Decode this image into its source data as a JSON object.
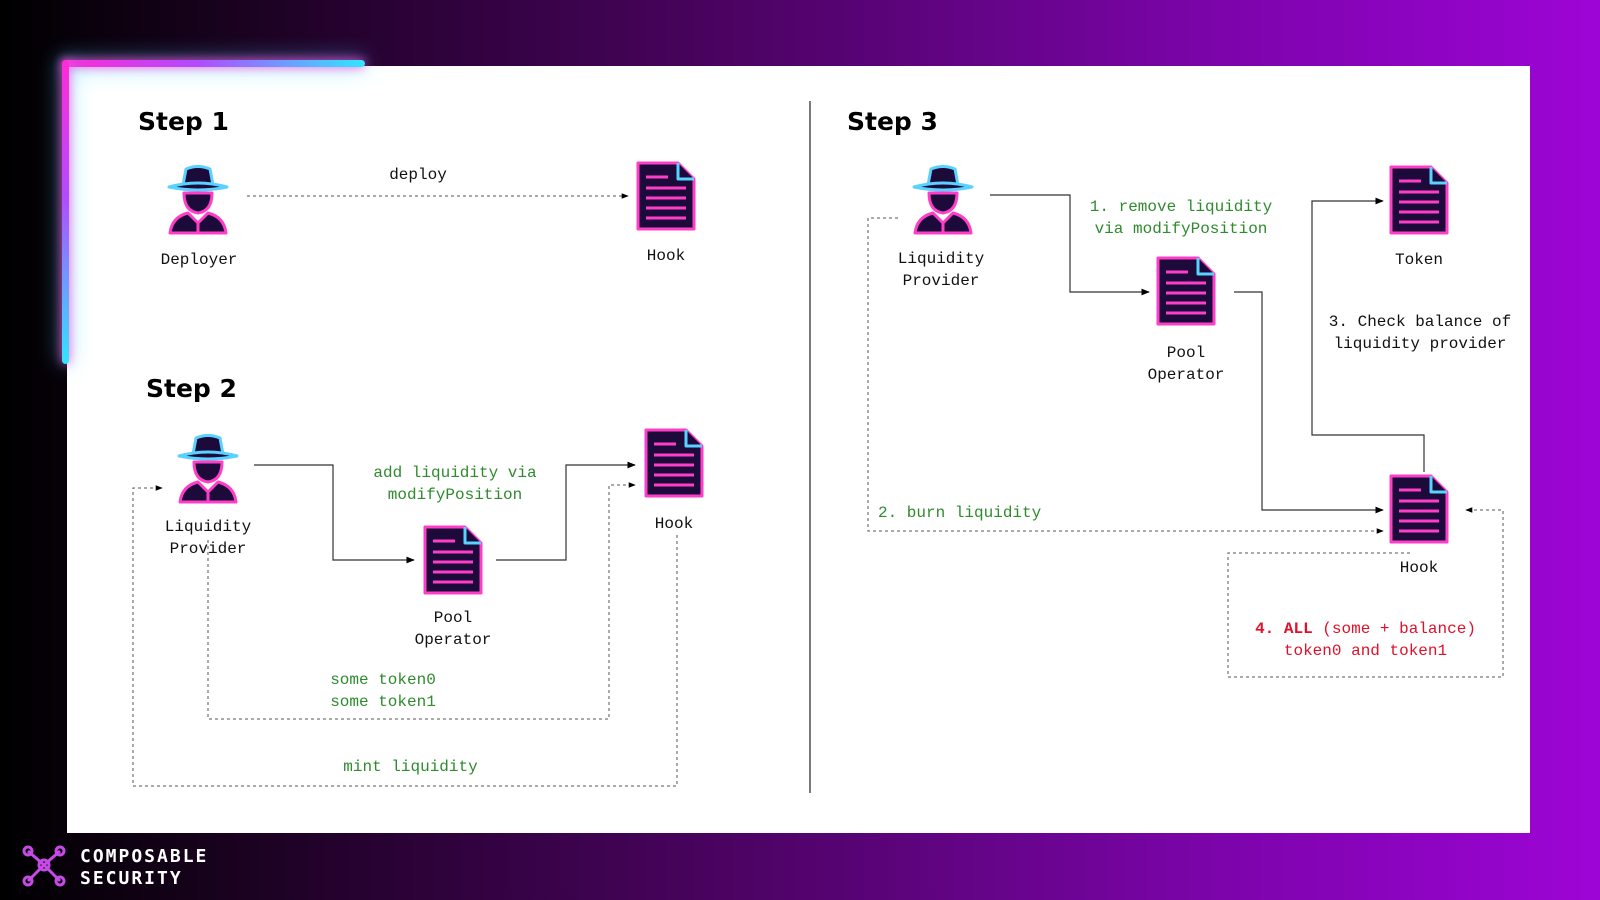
{
  "step1": {
    "title": "Step 1",
    "deployer": "Deployer",
    "hook": "Hook",
    "edge": "deploy"
  },
  "step2": {
    "title": "Step 2",
    "provider_line1": "Liquidity",
    "provider_line2": "Provider",
    "operator_line1": "Pool",
    "operator_line2": "Operator",
    "hook": "Hook",
    "add_line1": "add liquidity via",
    "add_line2": "modifyPosition",
    "tokens_line1": "some token0",
    "tokens_line2": "some token1",
    "mint": "mint liquidity"
  },
  "step3": {
    "title": "Step 3",
    "provider_line1": "Liquidity",
    "provider_line2": "Provider",
    "operator_line1": "Pool",
    "operator_line2": "Operator",
    "token": "Token",
    "hook": "Hook",
    "remove_line1": "1. remove liquidity",
    "remove_line2": "via modifyPosition",
    "burn": "2. burn liquidity",
    "check_line1": "3. Check balance of",
    "check_line2": "liquidity provider",
    "all_num": "4.",
    "all_bold": "ALL",
    "all_rest": "(some + balance)",
    "all_line2": "token0 and token1"
  },
  "brand": {
    "line1": "COMPOSABLE",
    "line2": "SECURITY"
  },
  "icons": {
    "person": "hacker-person-icon",
    "document": "contract-document-icon"
  },
  "colors": {
    "neon_pink": "#ff2bd6",
    "neon_cyan": "#30e6ff",
    "icon_fill": "#1b0a3a",
    "icon_pink": "#ff3ec8",
    "icon_blue": "#5ad2ff",
    "label_green": "#2e8b2e",
    "label_red": "#e0102a"
  }
}
